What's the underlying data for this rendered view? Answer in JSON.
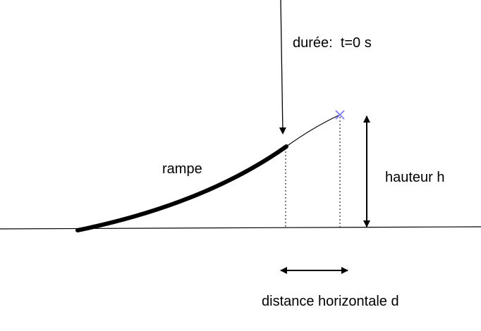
{
  "labels": {
    "duration": "durée:  t=0 s",
    "ramp": "rampe",
    "height": "hauteur h",
    "distance": "distance horizontale d"
  },
  "colors": {
    "ink": "#000000",
    "marker": "#7b7bf2",
    "background": "#ffffff"
  },
  "icons": {
    "landing_marker": "x-mark-icon"
  }
}
